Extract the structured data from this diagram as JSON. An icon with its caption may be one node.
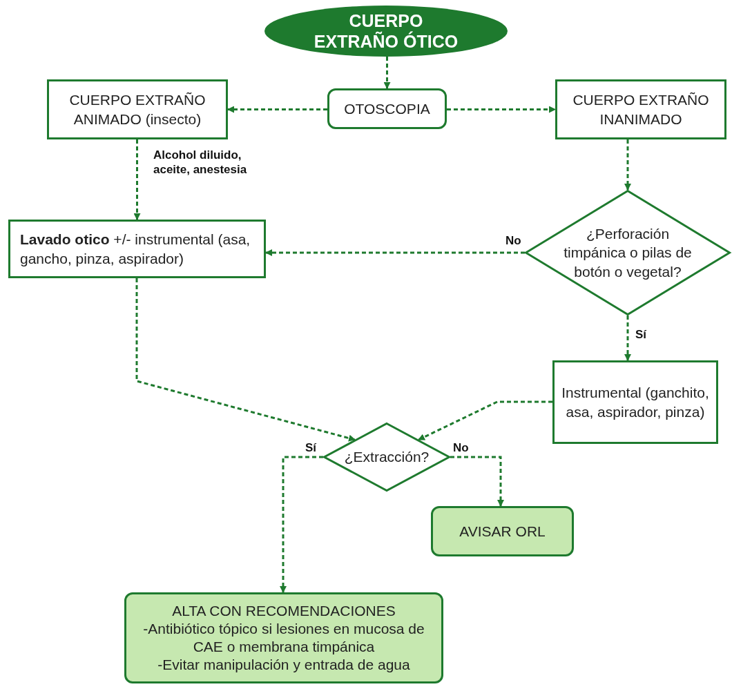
{
  "diagram": {
    "nodes": [
      {
        "text": [
          "CUERPO EXTRAÑO ÓTICO"
        ]
      },
      {
        "text": [
          "OTOSCOPIA"
        ]
      },
      {
        "text": [
          "CUERPO EXTRAÑO ANIMADO (insecto)"
        ]
      },
      {
        "text": [
          "CUERPO EXTRAÑO INANIMADO"
        ]
      },
      {
        "text": [
          "**Lavado otico** +/- instrumental (asa, gancho, pinza, aspirador)"
        ]
      },
      {
        "text": [
          "¿Perforación timpánica o pilas de botón o vegetal?"
        ]
      },
      {
        "text": [
          "Instrumental (ganchito, asa, aspirador, pinza)"
        ]
      },
      {
        "text": [
          "¿Extracción?"
        ]
      },
      {
        "text": [
          "AVISAR ORL"
        ]
      },
      {
        "text": [
          "ALTA CON RECOMENDACIONES",
          "-Antibiótico tópico si lesiones en mucosa de CAE o membrana timpánica",
          "-Evitar manipulación y entrada de agua"
        ]
      }
    ],
    "edges": [
      {
        "from": 0,
        "to": 1,
        "arrow": "to"
      },
      {
        "from": 1,
        "to": 2,
        "arrow": "to"
      },
      {
        "from": 1,
        "to": 3,
        "arrow": "to"
      },
      {
        "from": 2,
        "to": 4,
        "arrow": "to",
        "label": "Alcohol diluido, aceite, anestesia"
      },
      {
        "from": 3,
        "to": 5,
        "arrow": "to"
      },
      {
        "from": 5,
        "to": 4,
        "arrow": "to",
        "label": "No"
      },
      {
        "from": 5,
        "to": 6,
        "arrow": "to",
        "label": "Sí"
      },
      {
        "from": 4,
        "to": 7,
        "arrow": "to"
      },
      {
        "from": 6,
        "to": 7,
        "arrow": "to"
      },
      {
        "from": 7,
        "to": 9,
        "arrow": "to",
        "label": "Sí"
      },
      {
        "from": 7,
        "to": 8,
        "arrow": "to",
        "label": "No"
      }
    ]
  }
}
